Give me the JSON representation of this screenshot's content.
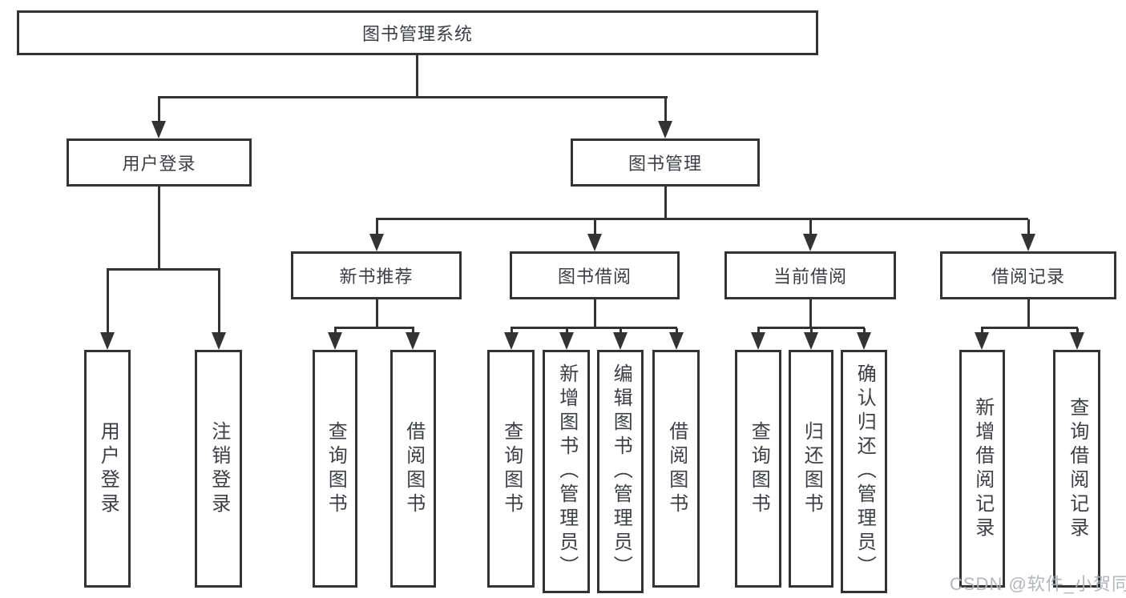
{
  "colors": {
    "line": "#333333",
    "box_border": "#333333",
    "text": "#3b3e44",
    "watermark": "#aeb2b9",
    "background": "#ffffff"
  },
  "diagram": {
    "root": "图书管理系统",
    "branches": [
      {
        "label": "用户登录",
        "children": [
          "用户登录",
          "注销登录"
        ]
      },
      {
        "label": "图书管理",
        "groups": [
          {
            "label": "新书推荐",
            "children": [
              "查询图书",
              "借阅图书"
            ]
          },
          {
            "label": "图书借阅",
            "children": [
              "查询图书",
              "新增图书（管理员）",
              "编辑图书（管理员）",
              "借阅图书"
            ]
          },
          {
            "label": "当前借阅",
            "children": [
              "查询图书",
              "归还图书",
              "确认归还（管理员）"
            ]
          },
          {
            "label": "借阅记录",
            "children": [
              "新增借阅记录",
              "查询借阅记录"
            ]
          }
        ]
      }
    ]
  },
  "watermark": "CSDN @软件_小贺同学"
}
